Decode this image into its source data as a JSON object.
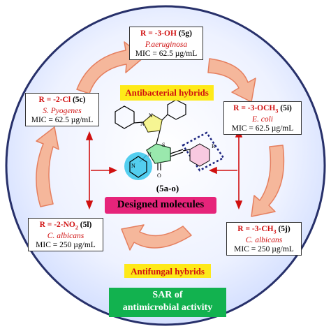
{
  "colors": {
    "circle_fill": "#dfe8ff",
    "circle_stroke": "#27306a",
    "arrow_fill": "#f5b79b",
    "arrow_stroke": "#e57f5f",
    "red": "#d01010",
    "yellow": "#ffe800",
    "magenta": "#e6247a",
    "green": "#12b24f",
    "cyan": "#35c6ec",
    "dots": "#1a237e"
  },
  "compounds": [
    {
      "r_prefix": "R = -3-OH ",
      "r_sub": "",
      "r_suffix": "",
      "code": "(5g)",
      "organism": "P.aeruginosa",
      "mic": "MIC = 62.5 µg/mL"
    },
    {
      "r_prefix": "R = -2-Cl ",
      "r_sub": "",
      "r_suffix": "",
      "code": "(5c)",
      "organism": "S. Pyogenes",
      "mic": "MIC = 62.5 µg/mL"
    },
    {
      "r_prefix": "R = -3-OCH",
      "r_sub": "3",
      "r_suffix": " ",
      "code": "(5i)",
      "organism": "E. coli",
      "mic": "MIC = 62.5 µg/mL"
    },
    {
      "r_prefix": "R = -2-NO",
      "r_sub": "2",
      "r_suffix": " ",
      "code": "(5l)",
      "organism": "C. albicans",
      "mic": "MIC = 250 µg/mL"
    },
    {
      "r_prefix": "R = -3-CH",
      "r_sub": "3",
      "r_suffix": " ",
      "code": "(5j)",
      "organism": "C. albicans",
      "mic": "MIC = 250 µg/mL"
    }
  ],
  "labels": {
    "antibacterial": "Antibacterial hybrids",
    "antifungal": "Antifungal hybrids",
    "designed": "Designed molecules",
    "series": "(5a-o)",
    "sar_line1": "SAR of",
    "sar_line2": "antimicrobial activity"
  },
  "molecule": {
    "ring_atoms": {
      "n1": "N",
      "n2": "N",
      "s": "S",
      "n3": "N",
      "o": "O",
      "py_n": "N",
      "r": "R"
    }
  }
}
